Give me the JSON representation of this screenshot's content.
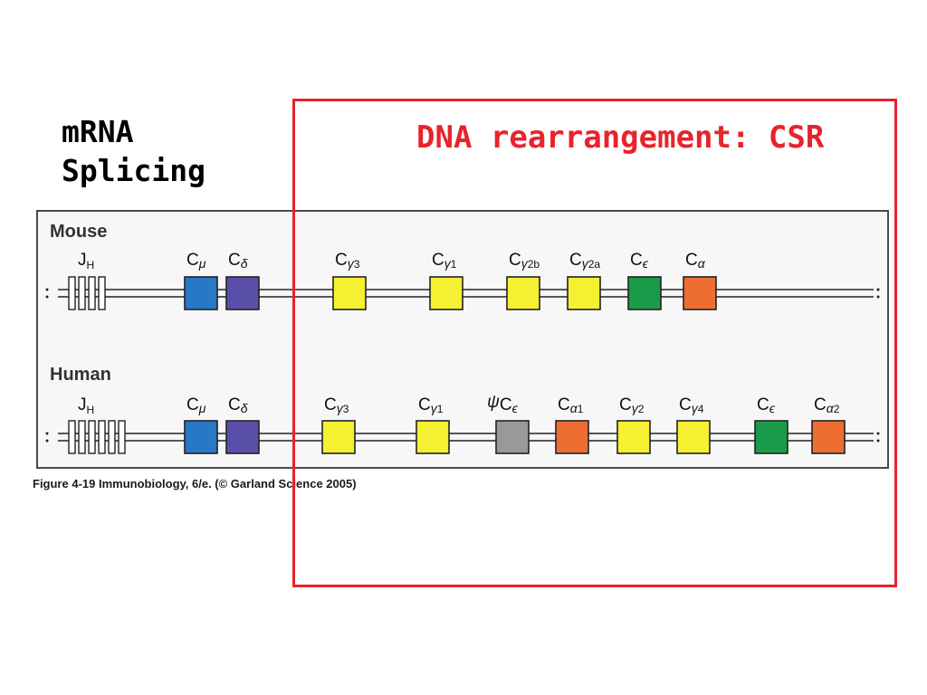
{
  "titles": {
    "mrna_line1": "mRNA",
    "mrna_line2": "Splicing",
    "csr": "DNA rearrangement: CSR"
  },
  "caption": "Figure 4-19  Immunobiology, 6/e. (© Garland Science 2005)",
  "colors": {
    "highlight": "#e8232c",
    "title_csr": "#e8232c",
    "c_mu": "#2878c8",
    "c_delta": "#5a4fa8",
    "c_gamma": "#f5f032",
    "c_epsilon": "#1a9b4a",
    "c_alpha": "#ee6e32",
    "pseudo": "#999999"
  },
  "loci": [
    {
      "species": "Mouse",
      "jh": {
        "main": "J",
        "sub": "H",
        "segments": 4
      },
      "genes": [
        {
          "main": "C",
          "greek": "μ",
          "sub": "",
          "color_key": "c_mu"
        },
        {
          "main": "C",
          "greek": "δ",
          "sub": "",
          "color_key": "c_delta"
        },
        {
          "main": "C",
          "greek": "γ",
          "sub": "3",
          "color_key": "c_gamma"
        },
        {
          "main": "C",
          "greek": "γ",
          "sub": "1",
          "color_key": "c_gamma"
        },
        {
          "main": "C",
          "greek": "γ",
          "sub": "2b",
          "color_key": "c_gamma"
        },
        {
          "main": "C",
          "greek": "γ",
          "sub": "2a",
          "color_key": "c_gamma"
        },
        {
          "main": "C",
          "greek": "ϵ",
          "sub": "",
          "color_key": "c_epsilon"
        },
        {
          "main": "C",
          "greek": "α",
          "sub": "",
          "color_key": "c_alpha"
        }
      ]
    },
    {
      "species": "Human",
      "jh": {
        "main": "J",
        "sub": "H",
        "segments": 6
      },
      "genes": [
        {
          "main": "C",
          "greek": "μ",
          "sub": "",
          "color_key": "c_mu"
        },
        {
          "main": "C",
          "greek": "δ",
          "sub": "",
          "color_key": "c_delta"
        },
        {
          "main": "C",
          "greek": "γ",
          "sub": "3",
          "color_key": "c_gamma"
        },
        {
          "main": "C",
          "greek": "γ",
          "sub": "1",
          "color_key": "c_gamma"
        },
        {
          "prefix": "ψ",
          "main": "C",
          "greek": "ϵ",
          "sub": "",
          "color_key": "pseudo"
        },
        {
          "main": "C",
          "greek": "α",
          "sub": "1",
          "color_key": "c_alpha"
        },
        {
          "main": "C",
          "greek": "γ",
          "sub": "2",
          "color_key": "c_gamma"
        },
        {
          "main": "C",
          "greek": "γ",
          "sub": "4",
          "color_key": "c_gamma"
        },
        {
          "main": "C",
          "greek": "ϵ",
          "sub": "",
          "color_key": "c_epsilon"
        },
        {
          "main": "C",
          "greek": "α",
          "sub": "2",
          "color_key": "c_alpha"
        }
      ]
    }
  ]
}
